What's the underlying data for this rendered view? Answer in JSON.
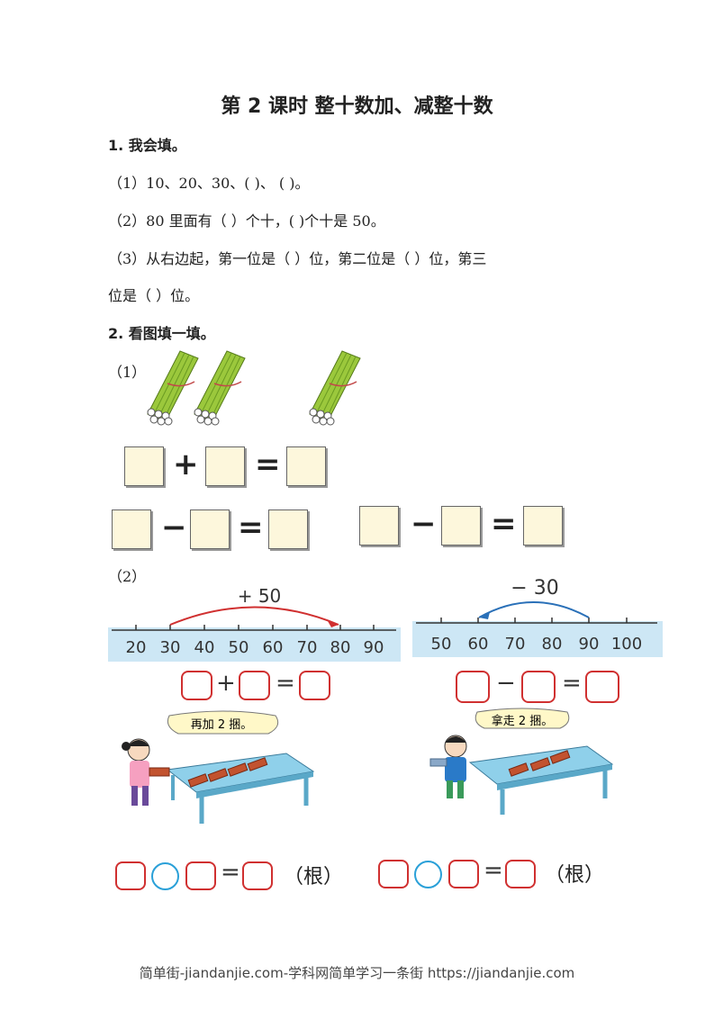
{
  "title": "第 2 课时  整十数加、减整十数",
  "q1": {
    "heading": "1. 我会填。",
    "line1": "（1）10、20、30、(        )、 (        )。",
    "line2": "（2）80 里面有（      ）个十，(      )个十是 50。",
    "line3a": "（3）从右边起，第一位是（          ）位，第二位是（      ）位，第三",
    "line3b": "位是（      ）位。"
  },
  "q2": {
    "heading": "2. 看图填一填。",
    "part1_label": "（1）",
    "part2_label": "（2）",
    "op_plus": "+",
    "op_minus": "−",
    "op_equals": "=",
    "left_ruler": {
      "ticks": [
        "20",
        "30",
        "40",
        "50",
        "60",
        "70",
        "80",
        "90"
      ],
      "jump_label": "+ 50"
    },
    "right_ruler": {
      "ticks": [
        "50",
        "60",
        "70",
        "80",
        "90",
        "100"
      ],
      "jump_label": "− 30"
    },
    "girl_speech": "再加 2 捆。",
    "boy_speech": "拿走 2 捆。",
    "unit_label": "（根）"
  },
  "footer": "简单街-jiandanjie.com-学科网简单学习一条街 https://jiandanjie.com",
  "colors": {
    "red_box": "#d03030",
    "blue_circle": "#2aa0d8",
    "stick_green": "#9bc83c",
    "ruler_blue": "#cde7f5"
  }
}
